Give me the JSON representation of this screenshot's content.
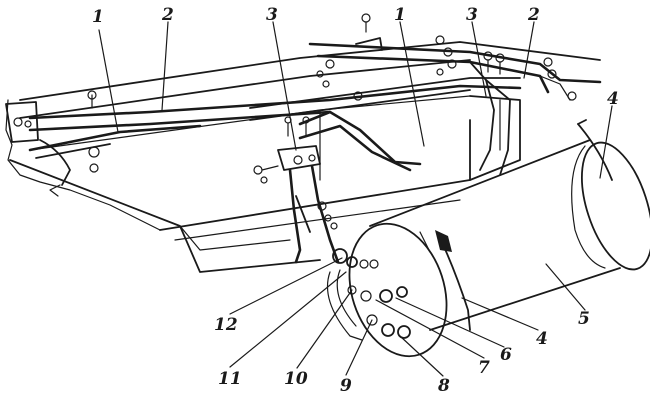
{
  "callouts": {
    "c1a": "1",
    "c2a": "2",
    "c3a": "3",
    "c1b": "1",
    "c3b": "3",
    "c2b": "2",
    "c4a": "4",
    "c5": "5",
    "c4b": "4",
    "c6": "6",
    "c7": "7",
    "c8": "8",
    "c9": "9",
    "c10": "10",
    "c11": "11",
    "c12": "12"
  }
}
